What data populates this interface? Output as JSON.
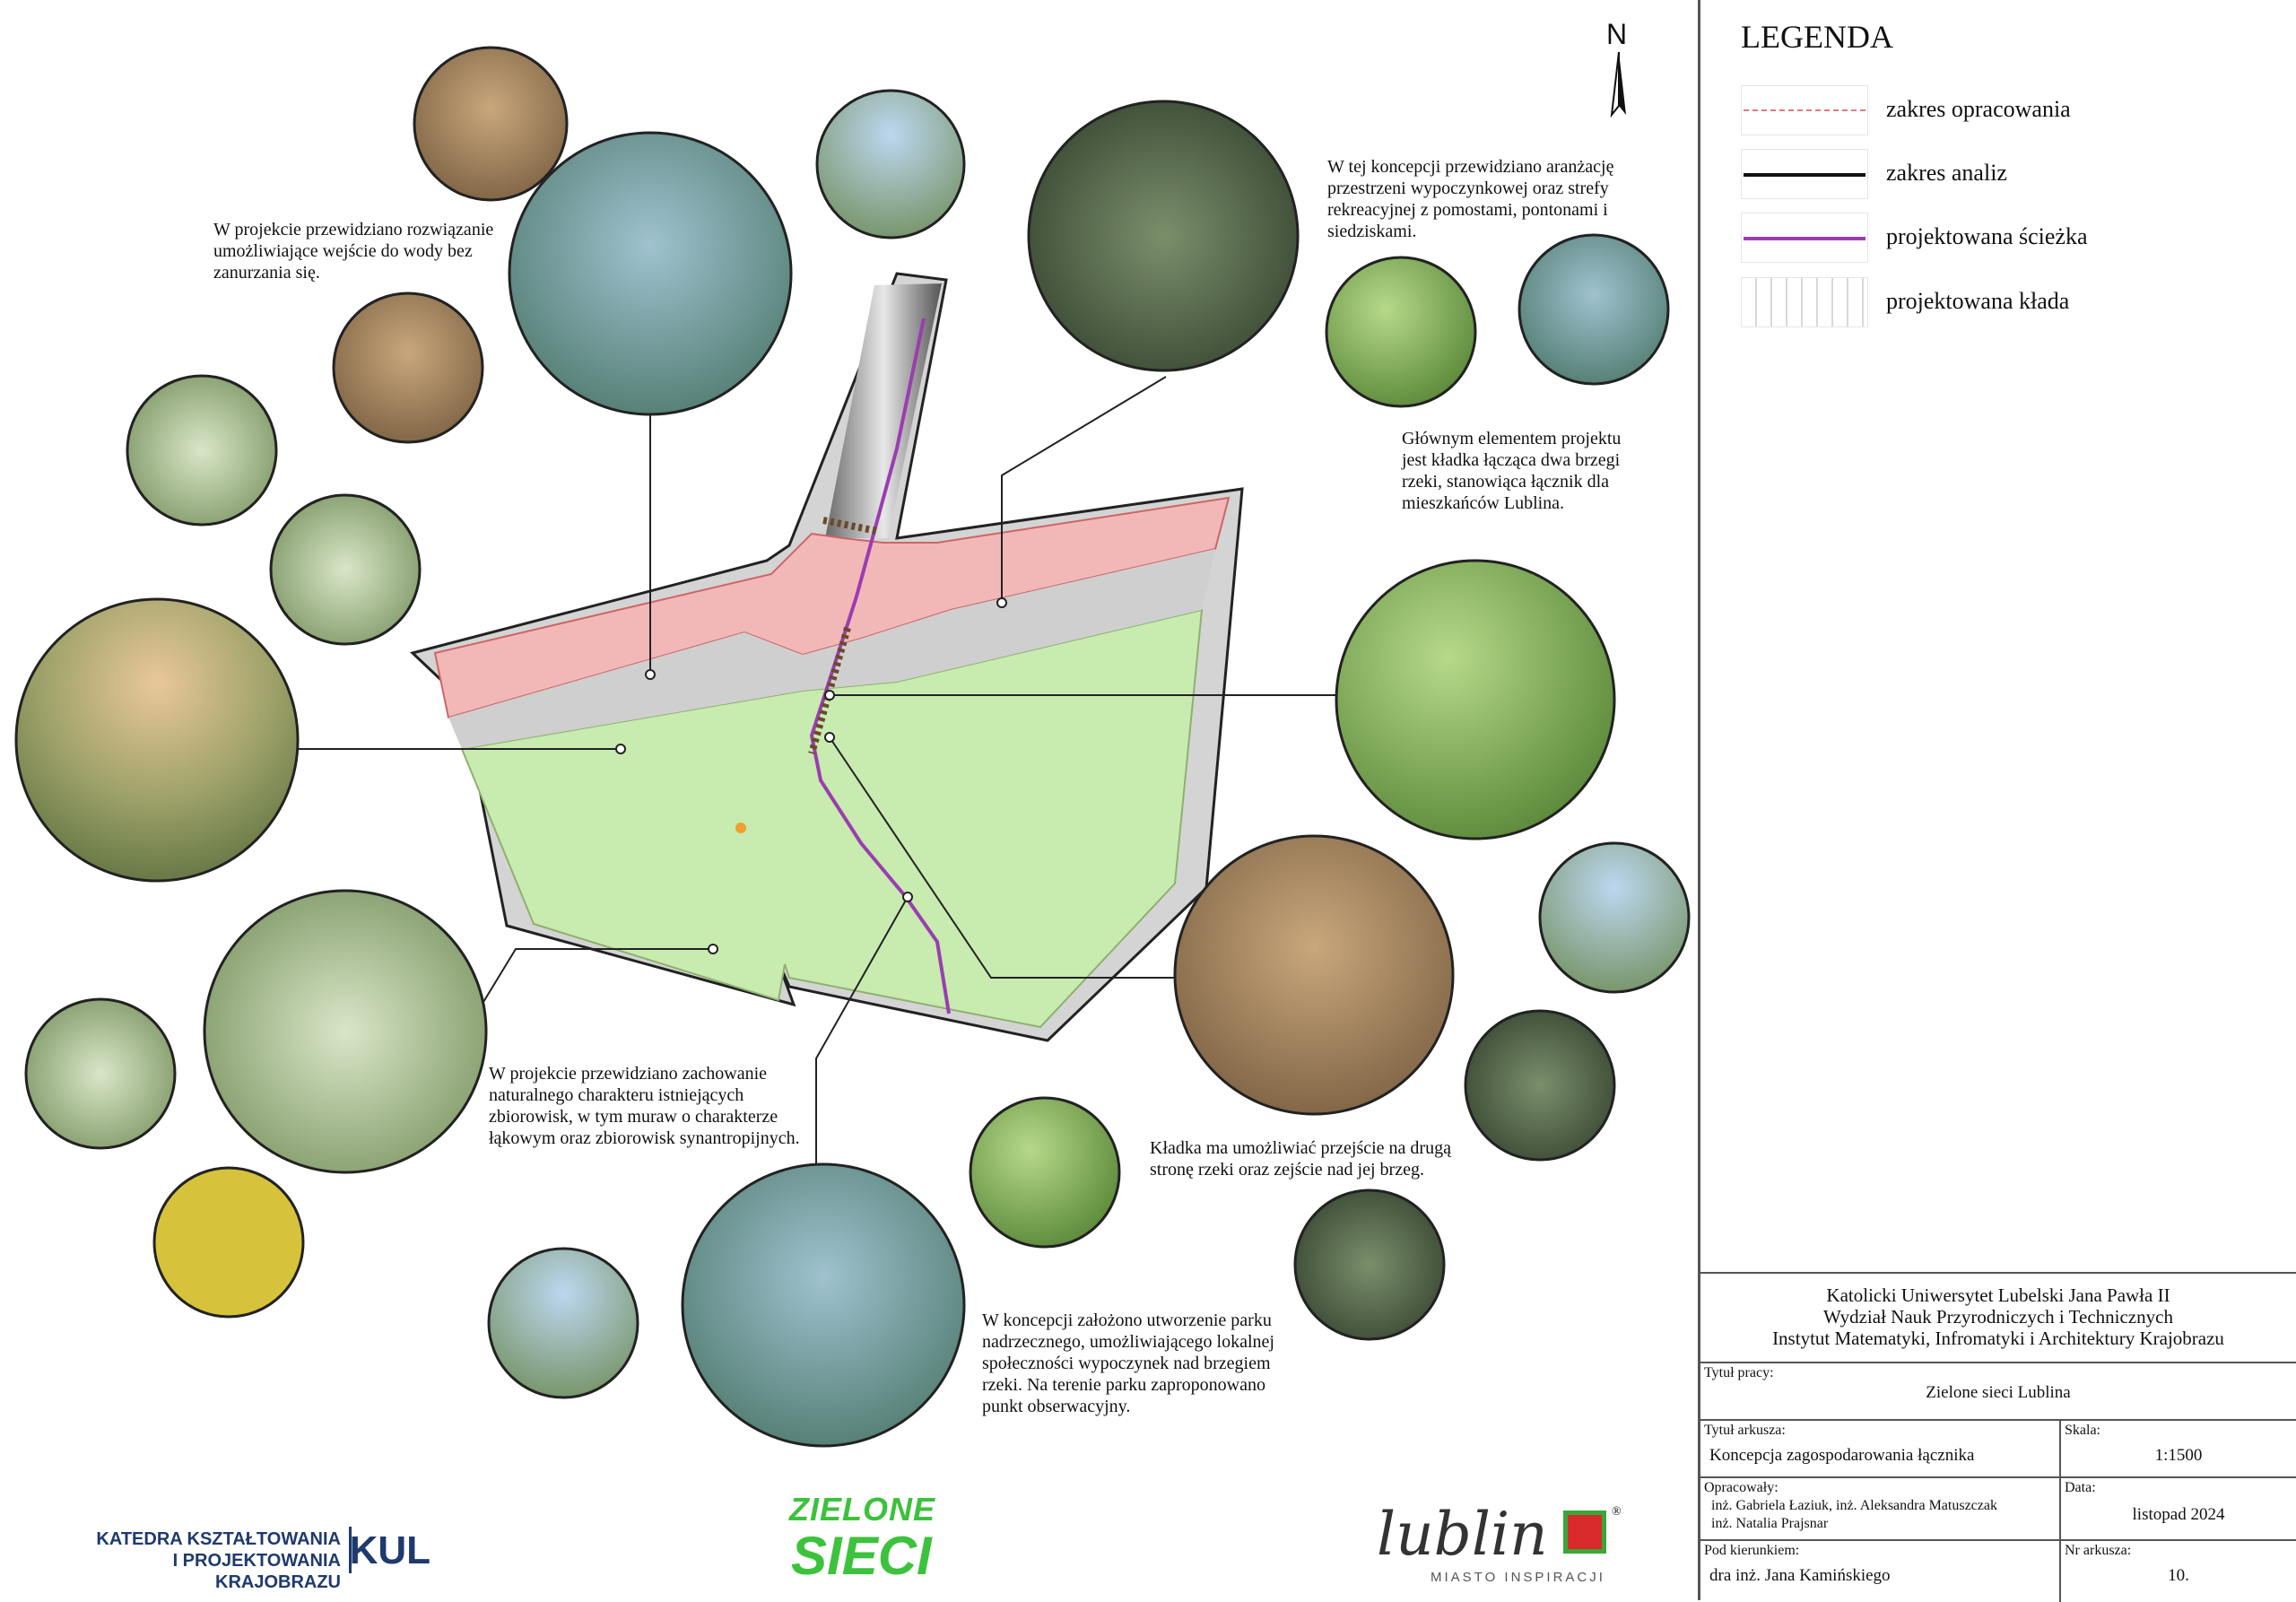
{
  "north": {
    "letter": "N"
  },
  "texts": {
    "water_entry": "W projekcie przewidziano rozwiązanie\numożliwiające wejście do wody bez\nzanurzania się.",
    "recreation": "W tej koncepcji przewidziano aranżację\nprzestrzeni wypoczynkowej oraz strefy\nrekreacyjnej z pomostami, pontonami i\nsiedziskami.",
    "footbridge_main": "Głównym elementem projektu\njest kładka łącząca dwa brzegi\nrzeki, stanowiąca łącznik dla\nmieszkańców Lublina.",
    "meadow": "W projekcie przewidziano zachowanie\nnaturalnego charakteru istniejących\nzbiorowisk, w tym muraw o charakterze\nłąkowym oraz zbiorowisk synantropijnych.",
    "crossing": "Kładka ma umożliwiać przejście na drugą\nstronę rzeki oraz zejście nad jej brzeg.",
    "park": "W koncepcji założono utworzenie parku\nnadrzecznego, umożliwiającego lokalnej\nspołeczności wypoczynek nad brzegiem\nrzeki. Na terenie parku zaproponowano\npunkt obserwacyjny."
  },
  "legend": {
    "title": "LEGENDA",
    "items": [
      {
        "label": "zakres opracowania",
        "color": "#e07a7a"
      },
      {
        "label": "zakres analiz",
        "color": "#111111"
      },
      {
        "label": "projektowana ścieżka",
        "color": "#9b3db0"
      },
      {
        "label": "projektowana kłada",
        "color": "#d8d8d8"
      }
    ]
  },
  "title_block": {
    "institution": [
      "Katolicki Uniwersytet Lubelski Jana Pawła II",
      "Wydział Nauk Przyrodniczych i Technicznych",
      "Instytut Matematyki, Infromatyki i Architektury Krajobrazu"
    ],
    "work_title_label": "Tytuł pracy:",
    "work_title": "Zielone sieci Lublina",
    "sheet_title_label": "Tytuł arkusza:",
    "sheet_title": "Koncepcja zagospodarowania łącznika",
    "scale_label": "Skala:",
    "scale": "1:1500",
    "authors_label": "Opracowały:",
    "authors_line1": "inż. Gabriela Łaziuk, inż. Aleksandra Matuszczak",
    "authors_line2": "inż. Natalia Prajsnar",
    "date_label": "Data:",
    "date": "listopad 2024",
    "supervisor_label": "Pod kierunkiem:",
    "supervisor": "dra inż. Jana Kamińskiego",
    "sheet_no_label": "Nr arkusza:",
    "sheet_no": "10."
  },
  "logos": {
    "kul_text": "KATEDRA KSZTAŁTOWANIA\nI PROJEKTOWANIA KRAJOBRAZU",
    "kul_mark": "KUL",
    "zielone_line1": "ZIELONE",
    "zielone_line2": "SIECI",
    "lublin_word": "lublin",
    "lublin_tagline": "MIASTO INSPIRACJI",
    "lublin_reg": "®"
  },
  "colors": {
    "pink_zone": "#f2b8b8",
    "green_zone": "#c8ebb0",
    "path": "#9b3db0",
    "bridge": "#6b4a2a",
    "leader": "#222222"
  }
}
